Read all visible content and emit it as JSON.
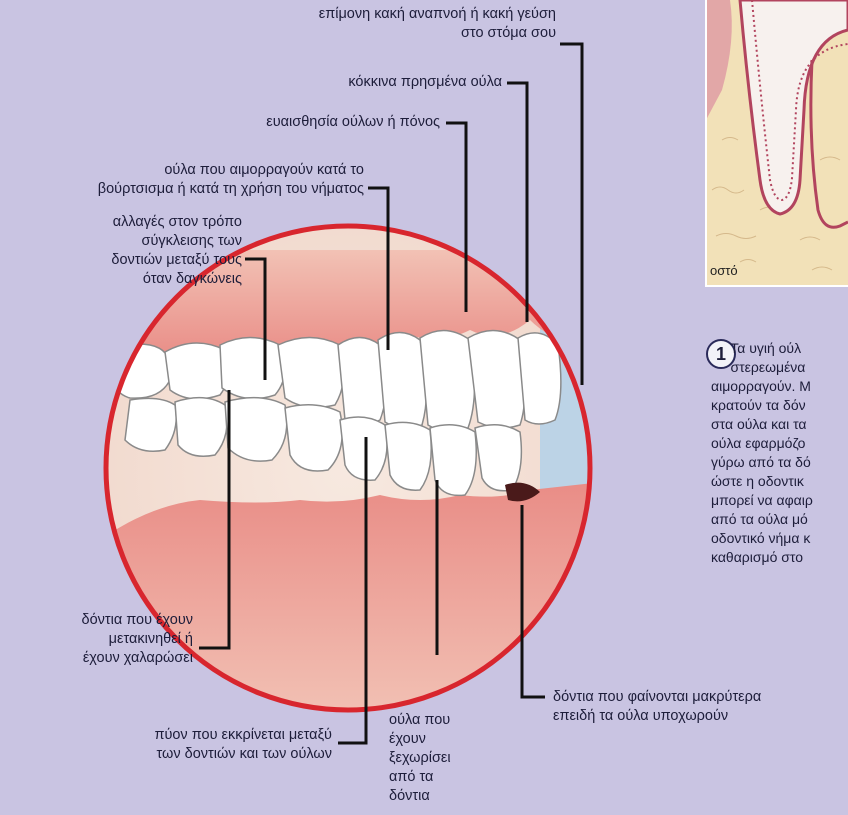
{
  "labels": {
    "bad_breath": "επίμονη κακή αναπνοή ή κακή γεύση\nστο στόμα σου",
    "red_gums": "κόκκινα πρησμένα ούλα",
    "gum_pain": "ευαισθησία ούλων ή πόνος",
    "bleeding_gums": "ούλα που αιμορραγούν κατά το\nβούρτσισμα ή κατά τη χρήση του νήματος",
    "bite_change": "αλλαγές στον τρόπο\nσύγκλεισης των\nδοντιών μεταξύ τους\nόταν δαγκώνεις",
    "loose_teeth": "δόντια που έχουν\nμετακινηθεί ή\nέχουν χαλαρώσει",
    "pus": "πύον που εκκρίνεται μεταξύ\nτων δοντιών και των ούλων",
    "separated_gums": "ούλα που\nέχουν\nξεχωρίσει\nαπό τα\nδόντια",
    "longer_teeth": "δόντια που φαίνονται μακρύτερα\nεπειδή τα ούλα υποχωρούν"
  },
  "inset": {
    "bone_label": "οστό"
  },
  "caption": {
    "number": "1",
    "text": "     Τα υγιή ούλ\n     στερεωμένα\nαιμορραγούν. Μ\nκρατούν τα δόν\nστα ούλα και τα\nούλα εφαρμόζο\nγύρω από τα δό\nώστε η οδοντικ\nμπορεί να αφαιρ\nαπό τα ούλα μό\nοδοντικό νήμα κ\nκαθαρισμό στο"
  },
  "colors": {
    "background": "#c9c4e2",
    "circle_border": "#d8262e",
    "gum": "#e98c86",
    "leader": "#111111"
  }
}
